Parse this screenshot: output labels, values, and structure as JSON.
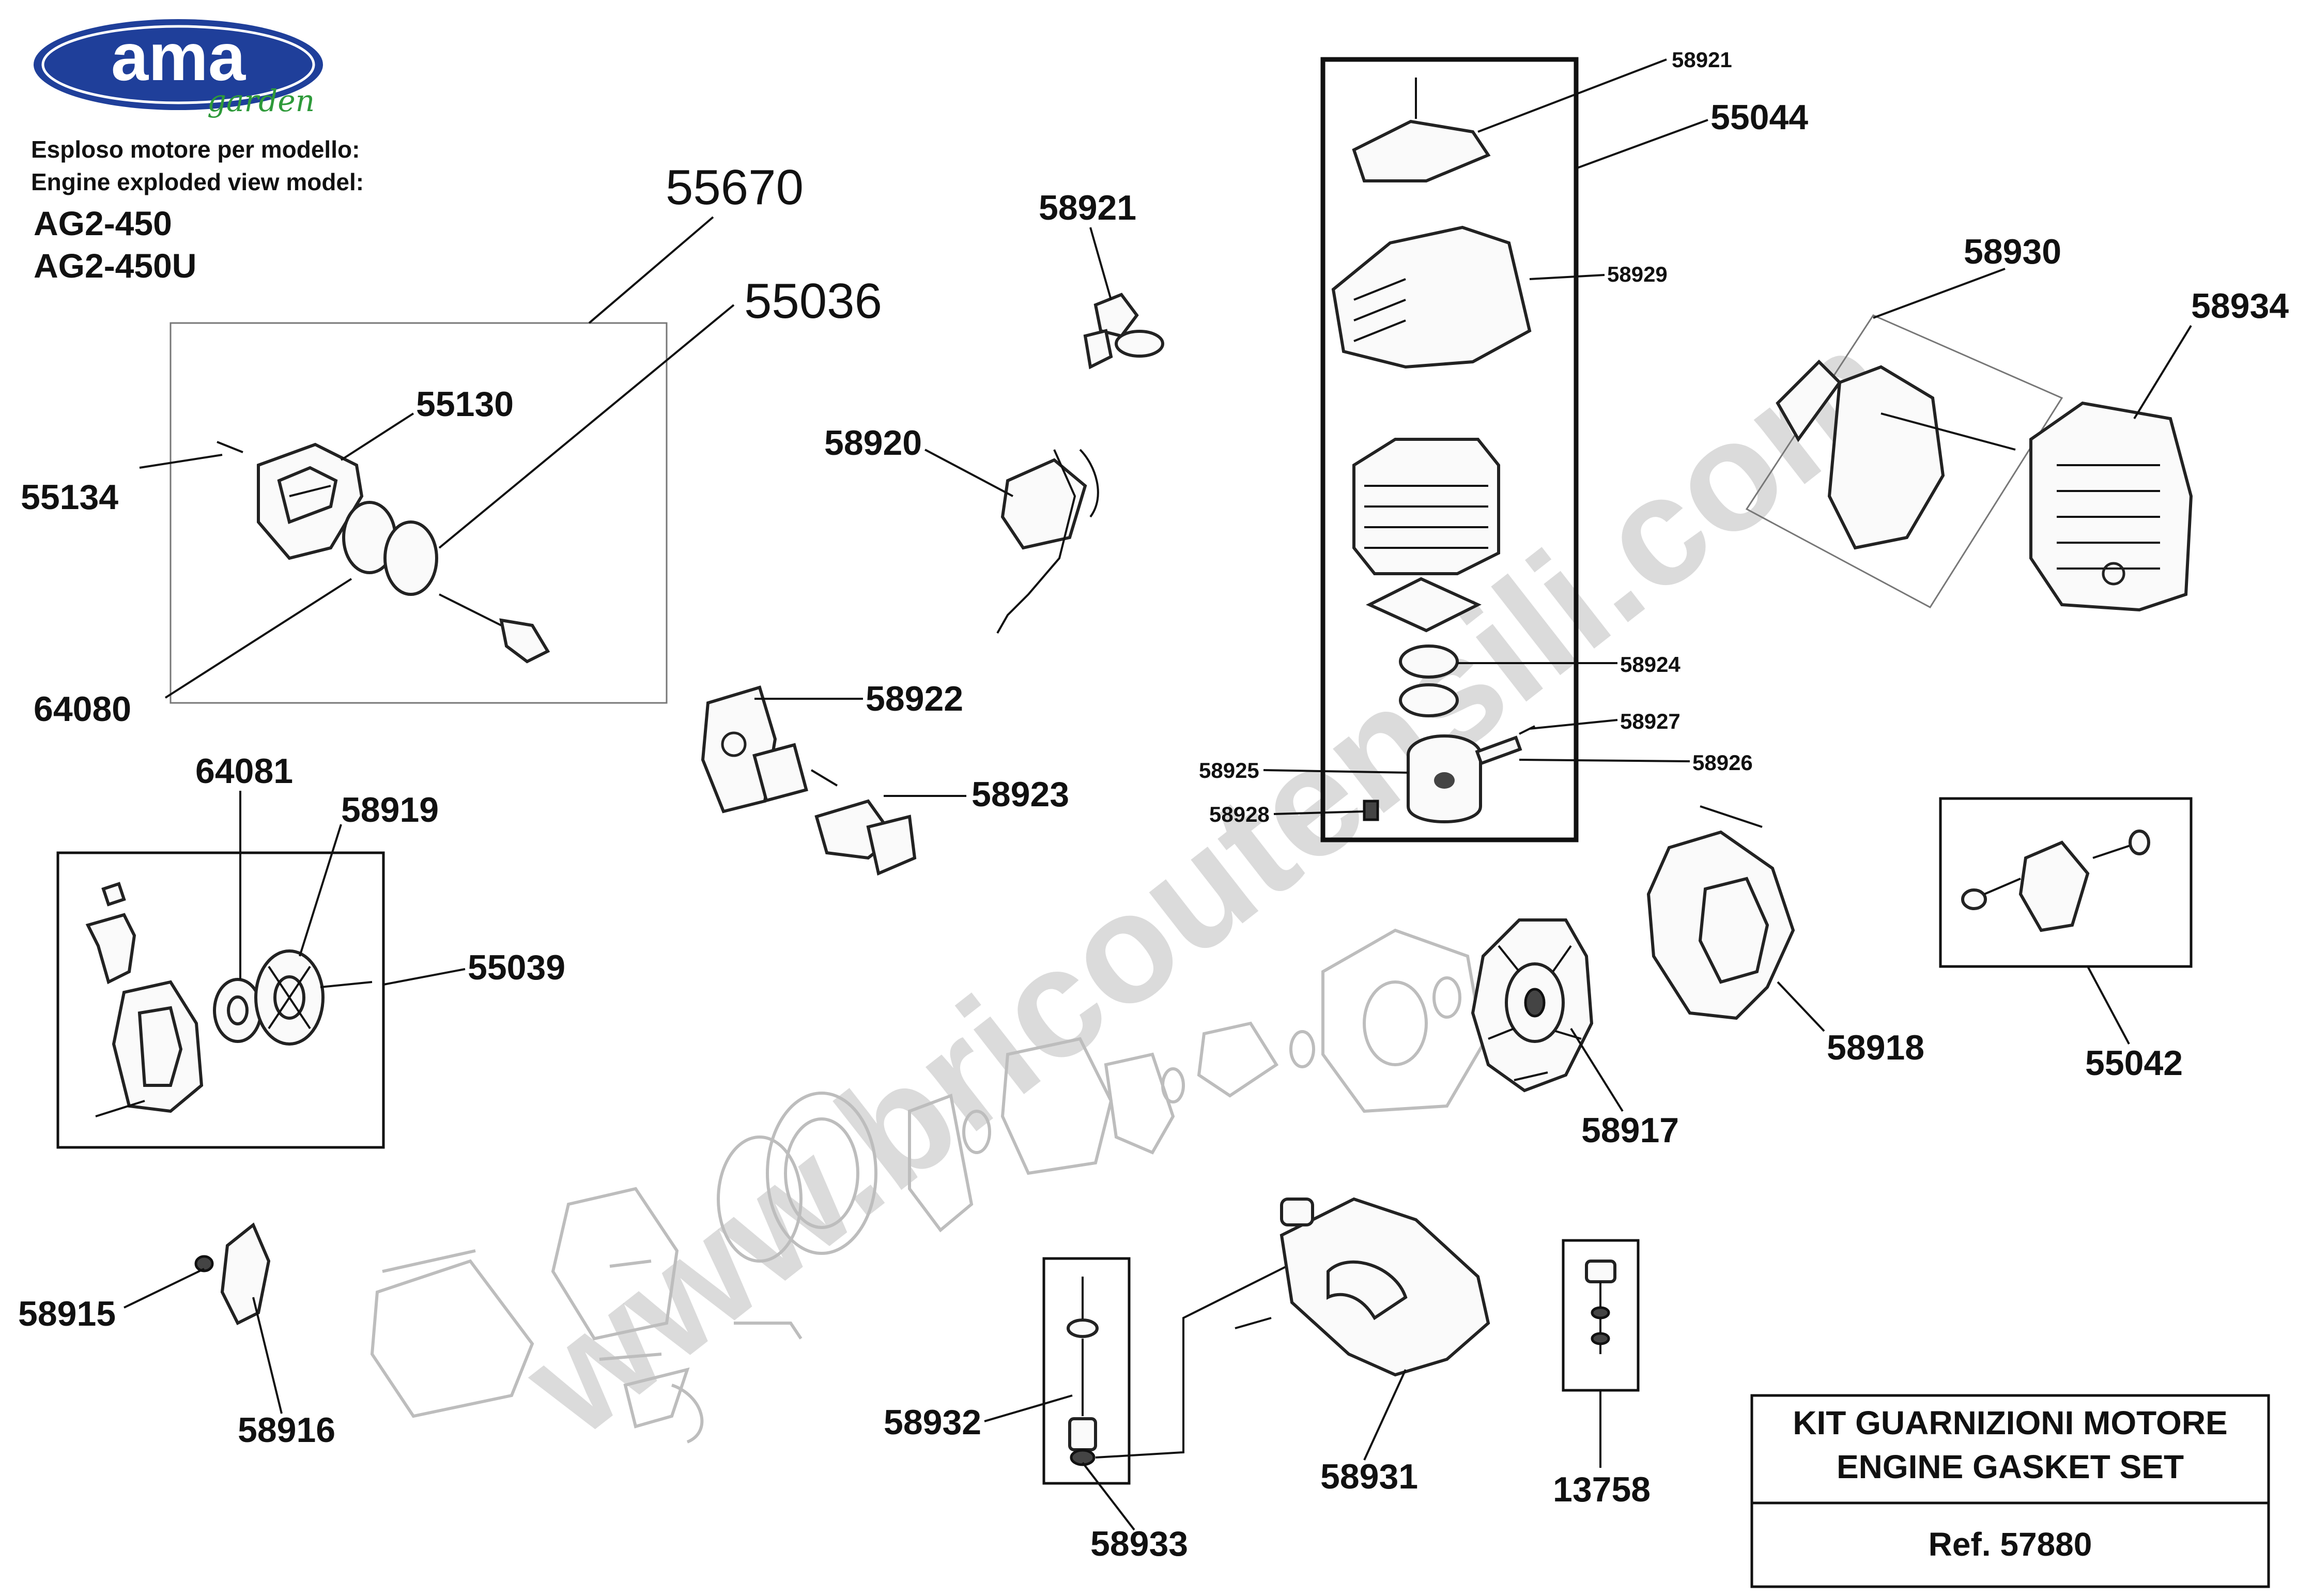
{
  "brand": {
    "name": "ama",
    "tagline": "garden"
  },
  "header": {
    "line1": "Esploso motore per modello:",
    "line2": "Engine exploded view model:",
    "model1": "AG2-450",
    "model2": "AG2-450U"
  },
  "watermark": "www.bricoutensili.com",
  "part_labels": {
    "p55670": "55670",
    "p55036": "55036",
    "p55130": "55130",
    "p55134": "55134",
    "p64080": "64080",
    "p58921a": "58921",
    "p58920": "58920",
    "p58922": "58922",
    "p58923": "58923",
    "p58921b": "58921",
    "p55044": "55044",
    "p58929": "58929",
    "p58924": "58924",
    "p58927": "58927",
    "p58926": "58926",
    "p58925": "58925",
    "p58928": "58928",
    "p58930": "58930",
    "p58934": "58934",
    "p64081": "64081",
    "p58919": "58919",
    "p55039": "55039",
    "p58918": "58918",
    "p55042": "55042",
    "p58917": "58917",
    "p58915": "58915",
    "p58916": "58916",
    "p58932": "58932",
    "p58933": "58933",
    "p58931": "58931",
    "p13758": "13758"
  },
  "kit": {
    "title_it": "KIT GUARNIZIONI MOTORE",
    "title_en": "ENGINE GASKET SET",
    "ref": "Ref. 57880"
  }
}
